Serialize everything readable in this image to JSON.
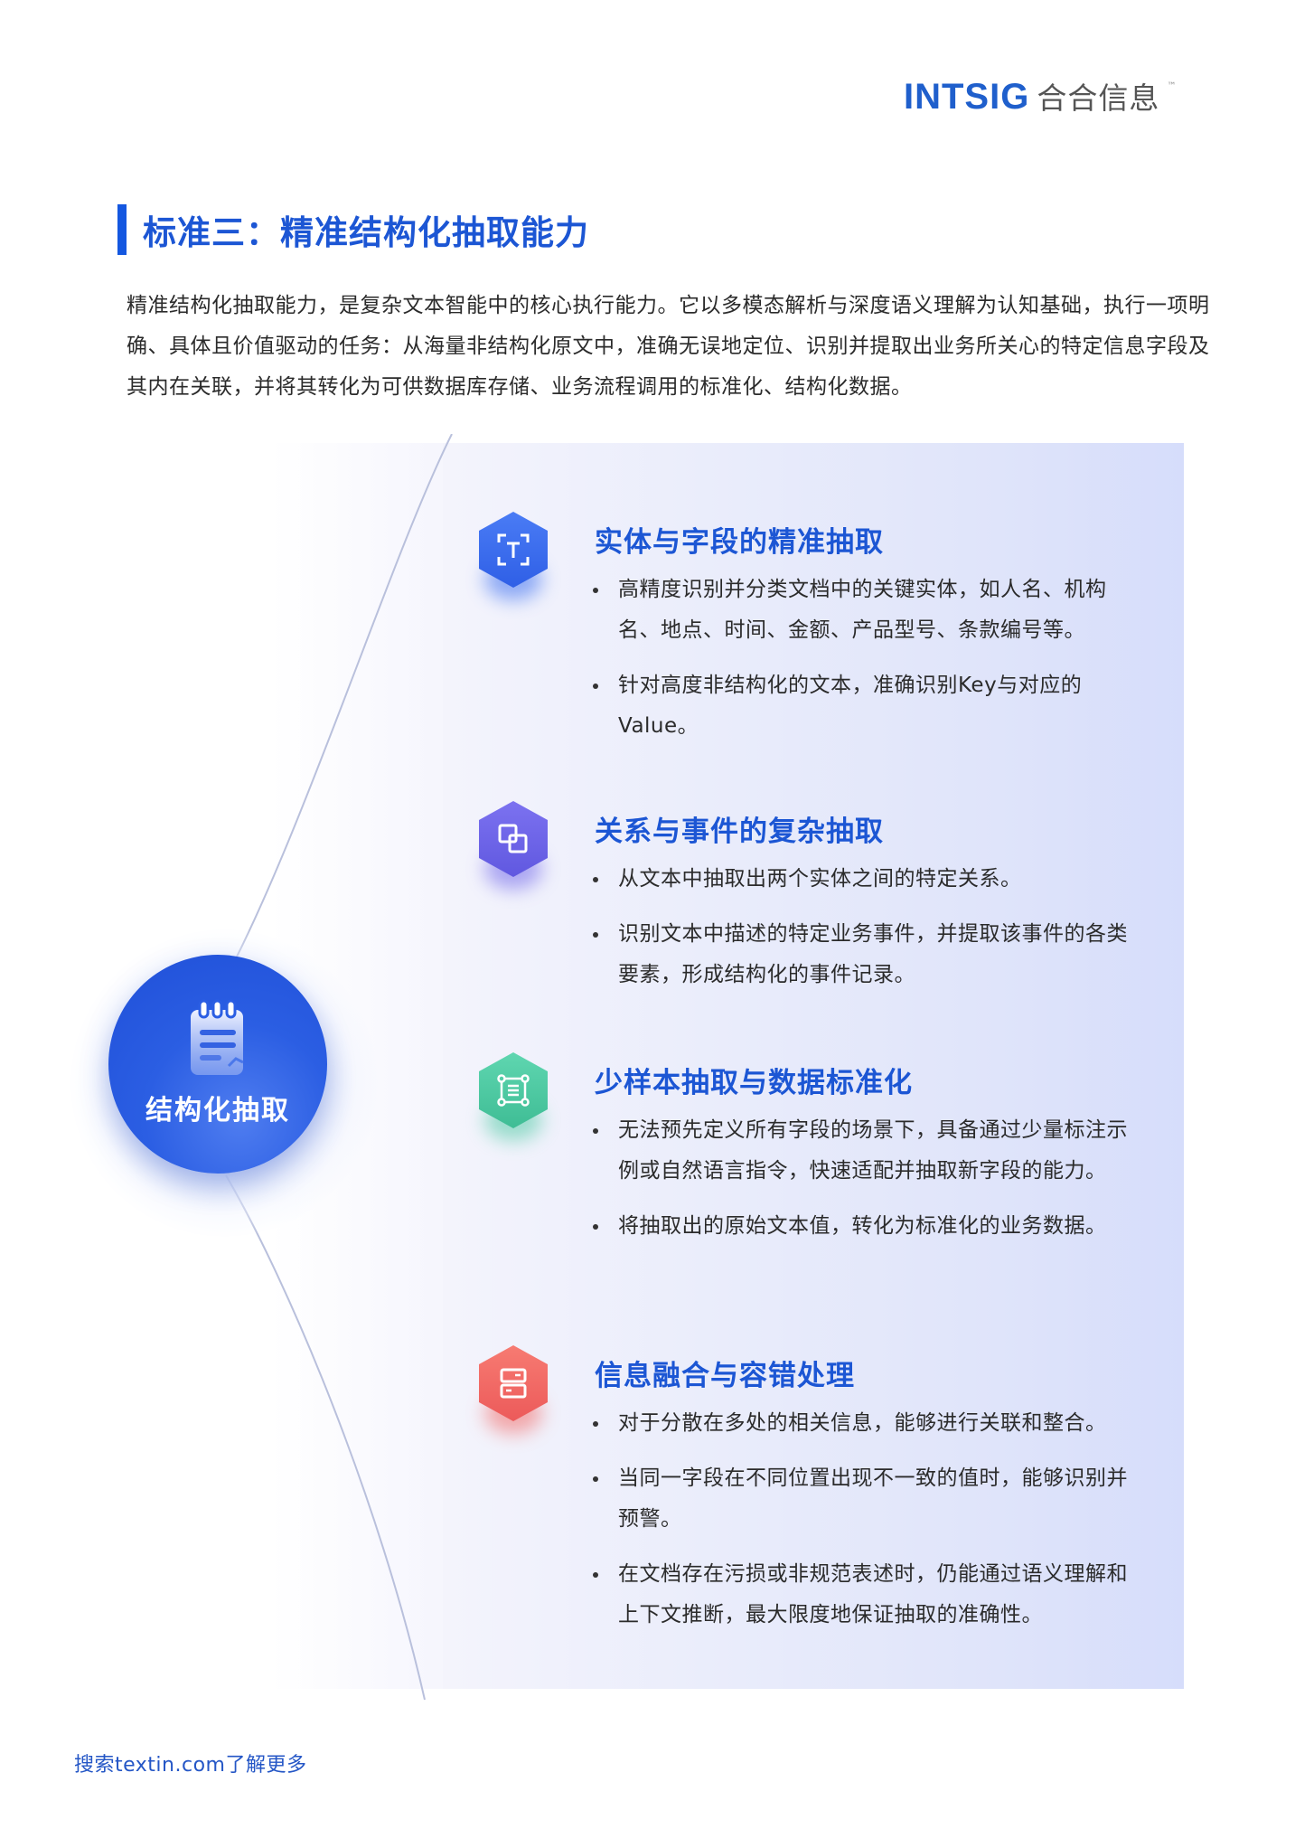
{
  "header": {
    "logo_en": "INTSIG",
    "logo_cn": "合合信息",
    "logo_tm": "™"
  },
  "section": {
    "title": "标准三：精准结构化抽取能力",
    "intro": "精准结构化抽取能力，是复杂文本智能中的核心执行能力。它以多模态解析与深度语义理解为认知基础，执行一项明确、具体且价值驱动的任务：从海量非结构化原文中，准确无误地定位、识别并提取出业务所关心的特定信息字段及其内在关联，并将其转化为可供数据库存储、业务流程调用的标准化、结构化数据。"
  },
  "hub": {
    "label": "结构化抽取",
    "icon": "notepad-icon",
    "color": "#2457dc"
  },
  "features": [
    {
      "title": "实体与字段的精准抽取",
      "icon": "text-scan-icon",
      "color": "#3b6ef0",
      "bullets": [
        "高精度识别并分类文档中的关键实体，如人名、机构名、地点、时间、金额、产品型号、条款编号等。",
        "针对高度非结构化的文本，准确识别Key与对应的Value。"
      ]
    },
    {
      "title": "关系与事件的复杂抽取",
      "icon": "linked-squares-icon",
      "color": "#7066ea",
      "bullets": [
        "从文本中抽取出两个实体之间的特定关系。",
        "识别文本中描述的特定业务事件，并提取该事件的各类要素，形成结构化的事件记录。"
      ]
    },
    {
      "title": "少样本抽取与数据标准化",
      "icon": "node-list-icon",
      "color": "#4fcaa4",
      "bullets": [
        "无法预先定义所有字段的场景下，具备通过少量标注示例或自然语言指令，快速适配并抽取新字段的能力。",
        "将抽取出的原始文本值，转化为标准化的业务数据。"
      ]
    },
    {
      "title": "信息融合与容错处理",
      "icon": "storage-drawer-icon",
      "color": "#f26b68",
      "bullets": [
        "对于分散在多处的相关信息，能够进行关联和整合。",
        "当同一字段在不同位置出现不一致的值时，能够识别并预警。",
        "在文档存在污损或非规范表述时，仍能通过语义理解和上下文推断，最大限度地保证抽取的准确性。"
      ]
    }
  ],
  "footer": {
    "text": "搜索textin.com了解更多"
  }
}
